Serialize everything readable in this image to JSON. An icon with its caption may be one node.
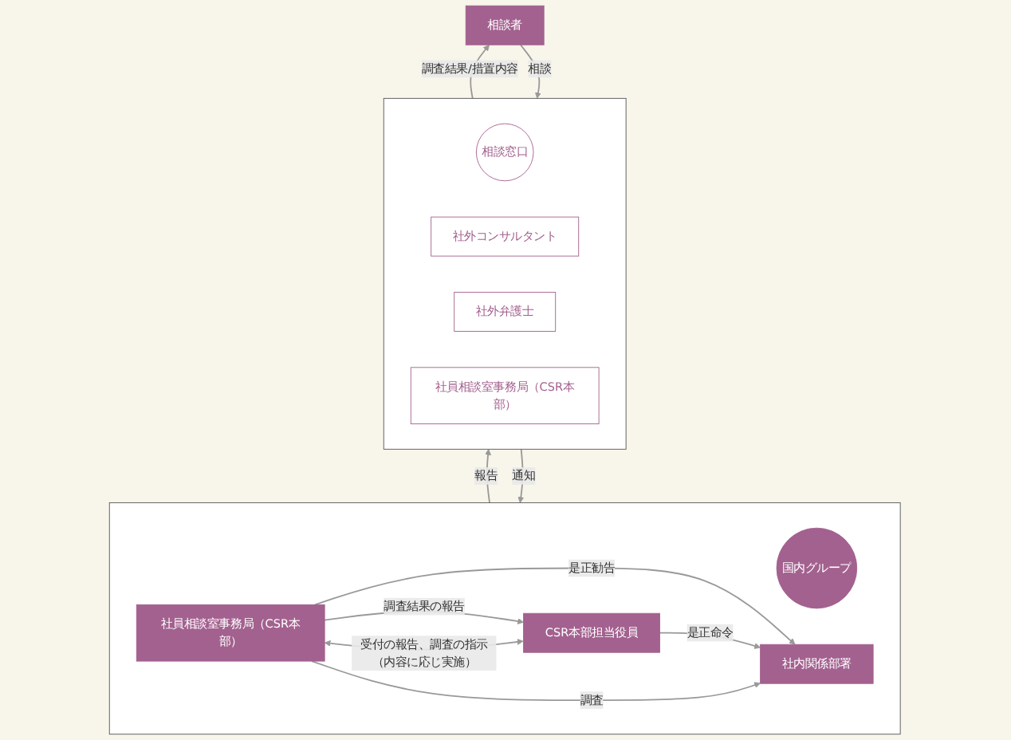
{
  "diagram": {
    "nodes": [
      {
        "text": [
          "相談者"
        ]
      },
      {
        "text": [],
        "shape": "box"
      },
      {
        "text": [
          "相談窓口"
        ],
        "in": 1
      },
      {
        "text": [
          "社外コンサルタント"
        ],
        "in": 1
      },
      {
        "text": [
          "社外弁護士"
        ],
        "in": 1
      },
      {
        "text": [
          "社員相談室事務局（CSR本部）"
        ],
        "in": 1
      },
      {
        "text": [],
        "shape": "box"
      },
      {
        "text": [
          "国内グループ"
        ],
        "in": 6
      },
      {
        "text": [
          "社員相談室事務局（CSR本部）"
        ],
        "in": 6
      },
      {
        "text": [
          "CSR本部担当役員"
        ],
        "in": 6
      },
      {
        "text": [
          "社内関係部署"
        ],
        "in": 6
      }
    ],
    "edges": [
      {
        "from": 1,
        "to": 0,
        "arrow": "to",
        "label": "調査結果/措置内容"
      },
      {
        "from": 0,
        "to": 1,
        "arrow": "to",
        "label": "相談"
      },
      {
        "from": 6,
        "to": 1,
        "arrow": "to",
        "label": "報告"
      },
      {
        "from": 1,
        "to": 6,
        "arrow": "to",
        "label": "通知"
      },
      {
        "from": 8,
        "to": 9,
        "arrow": "to",
        "label": "調査結果の報告"
      },
      {
        "from": 9,
        "to": 8,
        "arrow": "both",
        "label": "受付の報告、調査の指示（内容に応じ実施）"
      },
      {
        "from": 8,
        "to": 10,
        "arrow": "to",
        "label": "是正勧告"
      },
      {
        "from": 9,
        "to": 10,
        "arrow": "to",
        "label": "是正命令"
      },
      {
        "from": 8,
        "to": 10,
        "arrow": "to",
        "label": "調査"
      }
    ]
  }
}
